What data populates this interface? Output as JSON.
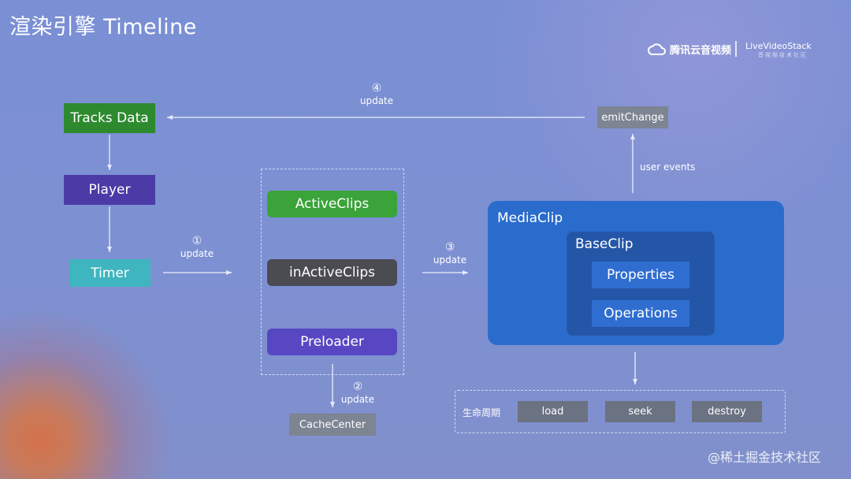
{
  "title": "渲染引擎 Timeline",
  "logos": {
    "tencent": "腾讯云音视频",
    "livevideostack": "LiveVideoStack",
    "livevideostack_sub": "音视频技术社区",
    "tencent_icon": "cloud-icon"
  },
  "nodes": {
    "tracks_data": "Tracks Data",
    "player": "Player",
    "timer": "Timer",
    "active_clips": "ActiveClips",
    "inactive_clips": "inActiveClips",
    "preloader": "Preloader",
    "cache_center": "CacheCenter",
    "emit_change": "emitChange",
    "media_clip": "MediaClip",
    "base_clip": "BaseClip",
    "properties": "Properties",
    "operations": "Operations"
  },
  "edges": {
    "e1_num": "①",
    "e1_label": "update",
    "e2_num": "②",
    "e2_label": "update",
    "e3_num": "③",
    "e3_label": "update",
    "e4_num": "④",
    "e4_label": "update",
    "user_events": "user events"
  },
  "lifecycle": {
    "label": "生命周期",
    "items": [
      "load",
      "seek",
      "destroy"
    ]
  },
  "watermark": "@稀土掘金技术社区",
  "colors": {
    "background": "#7d90d2",
    "tracks_data": "#2e8a2f",
    "player": "#4c3ba6",
    "timer": "#3fb5bf",
    "active_clips": "#3aa33a",
    "inactive_clips": "#4b4b52",
    "preloader": "#5847c2",
    "media_clip": "#2a6ccc",
    "base_clip": "#2456a8"
  }
}
